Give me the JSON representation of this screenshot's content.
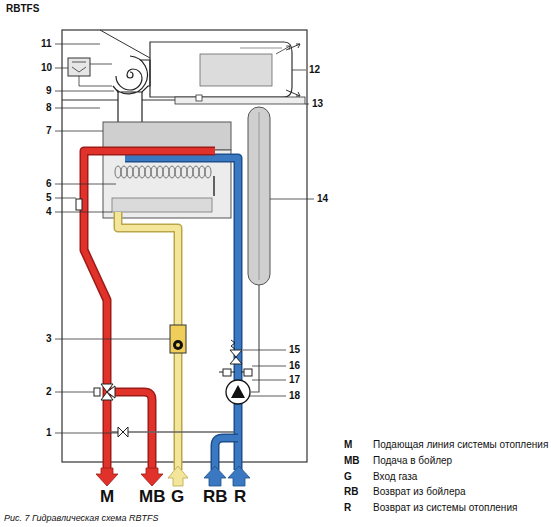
{
  "diagram": {
    "title": "RBTFS",
    "caption": "Рис. 7 Гидравлическая схема RBTFS",
    "labels": [
      "11",
      "10",
      "9",
      "8",
      "7",
      "6",
      "5",
      "4",
      "3",
      "2",
      "1",
      "12",
      "13",
      "14",
      "15",
      "16",
      "17",
      "18",
      "M",
      "MB",
      "G",
      "RB",
      "R",
      "M",
      "Подающая линия системы отопления",
      "MB",
      "Подача в бойлер",
      "G",
      "Вход газа",
      "RB",
      "Возврат из бойлера",
      "R",
      "Возврат из системы отопления"
    ]
  }
}
